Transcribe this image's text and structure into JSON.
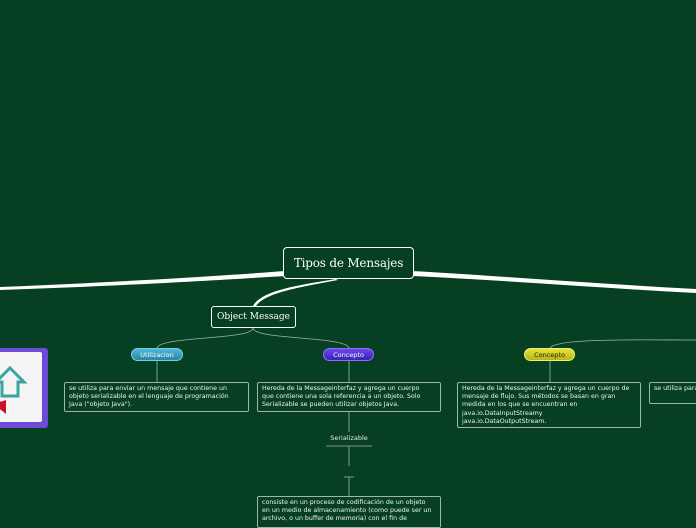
{
  "central_topic": "Tipos de Mensajes",
  "main_topic": "Object Message",
  "subtopics": {
    "utilizacion": "Utilizacion",
    "concepto_object": "Concepto",
    "concepto_stream": "Concepto"
  },
  "notes": {
    "utilizacion_text": "se utiliza para enviar un mensaje que contiene un\nobjeto serializable en el lenguaje de programación\nJava (\"objeto Java\").",
    "concepto_object_text": "Hereda de la Messageinterfaz y agrega un cuerpo\nque contiene una sola referencia a un objeto. Solo\nSerializable se pueden utilizar objetos Java.",
    "concepto_stream_text": "Hereda de la Messageinterfaz y agrega un cuerpo de\nmensaje de flujo. Sus métodos se basan en gran\nmedida en los que se encuentran en\njava.io.DataInputStreamy\njava.io.DataOutputStream.",
    "right_partial_text": "se utiliza para\nprimitivos en",
    "serializable_text": "consiste en un proceso de codificación de un objeto\nen un medio de almacenamiento (como puede ser un\narchivo, o un buffer de memoria) con el fin de"
  },
  "labels": {
    "serializable": "Serializable"
  },
  "icons": {
    "card": "upload-arrow-icon"
  },
  "colors": {
    "background": "#063f22",
    "teal": "#2a86a6",
    "purple": "#3b22b8",
    "yellow": "#b9b418",
    "icon_frame": "#6d4ad8"
  }
}
